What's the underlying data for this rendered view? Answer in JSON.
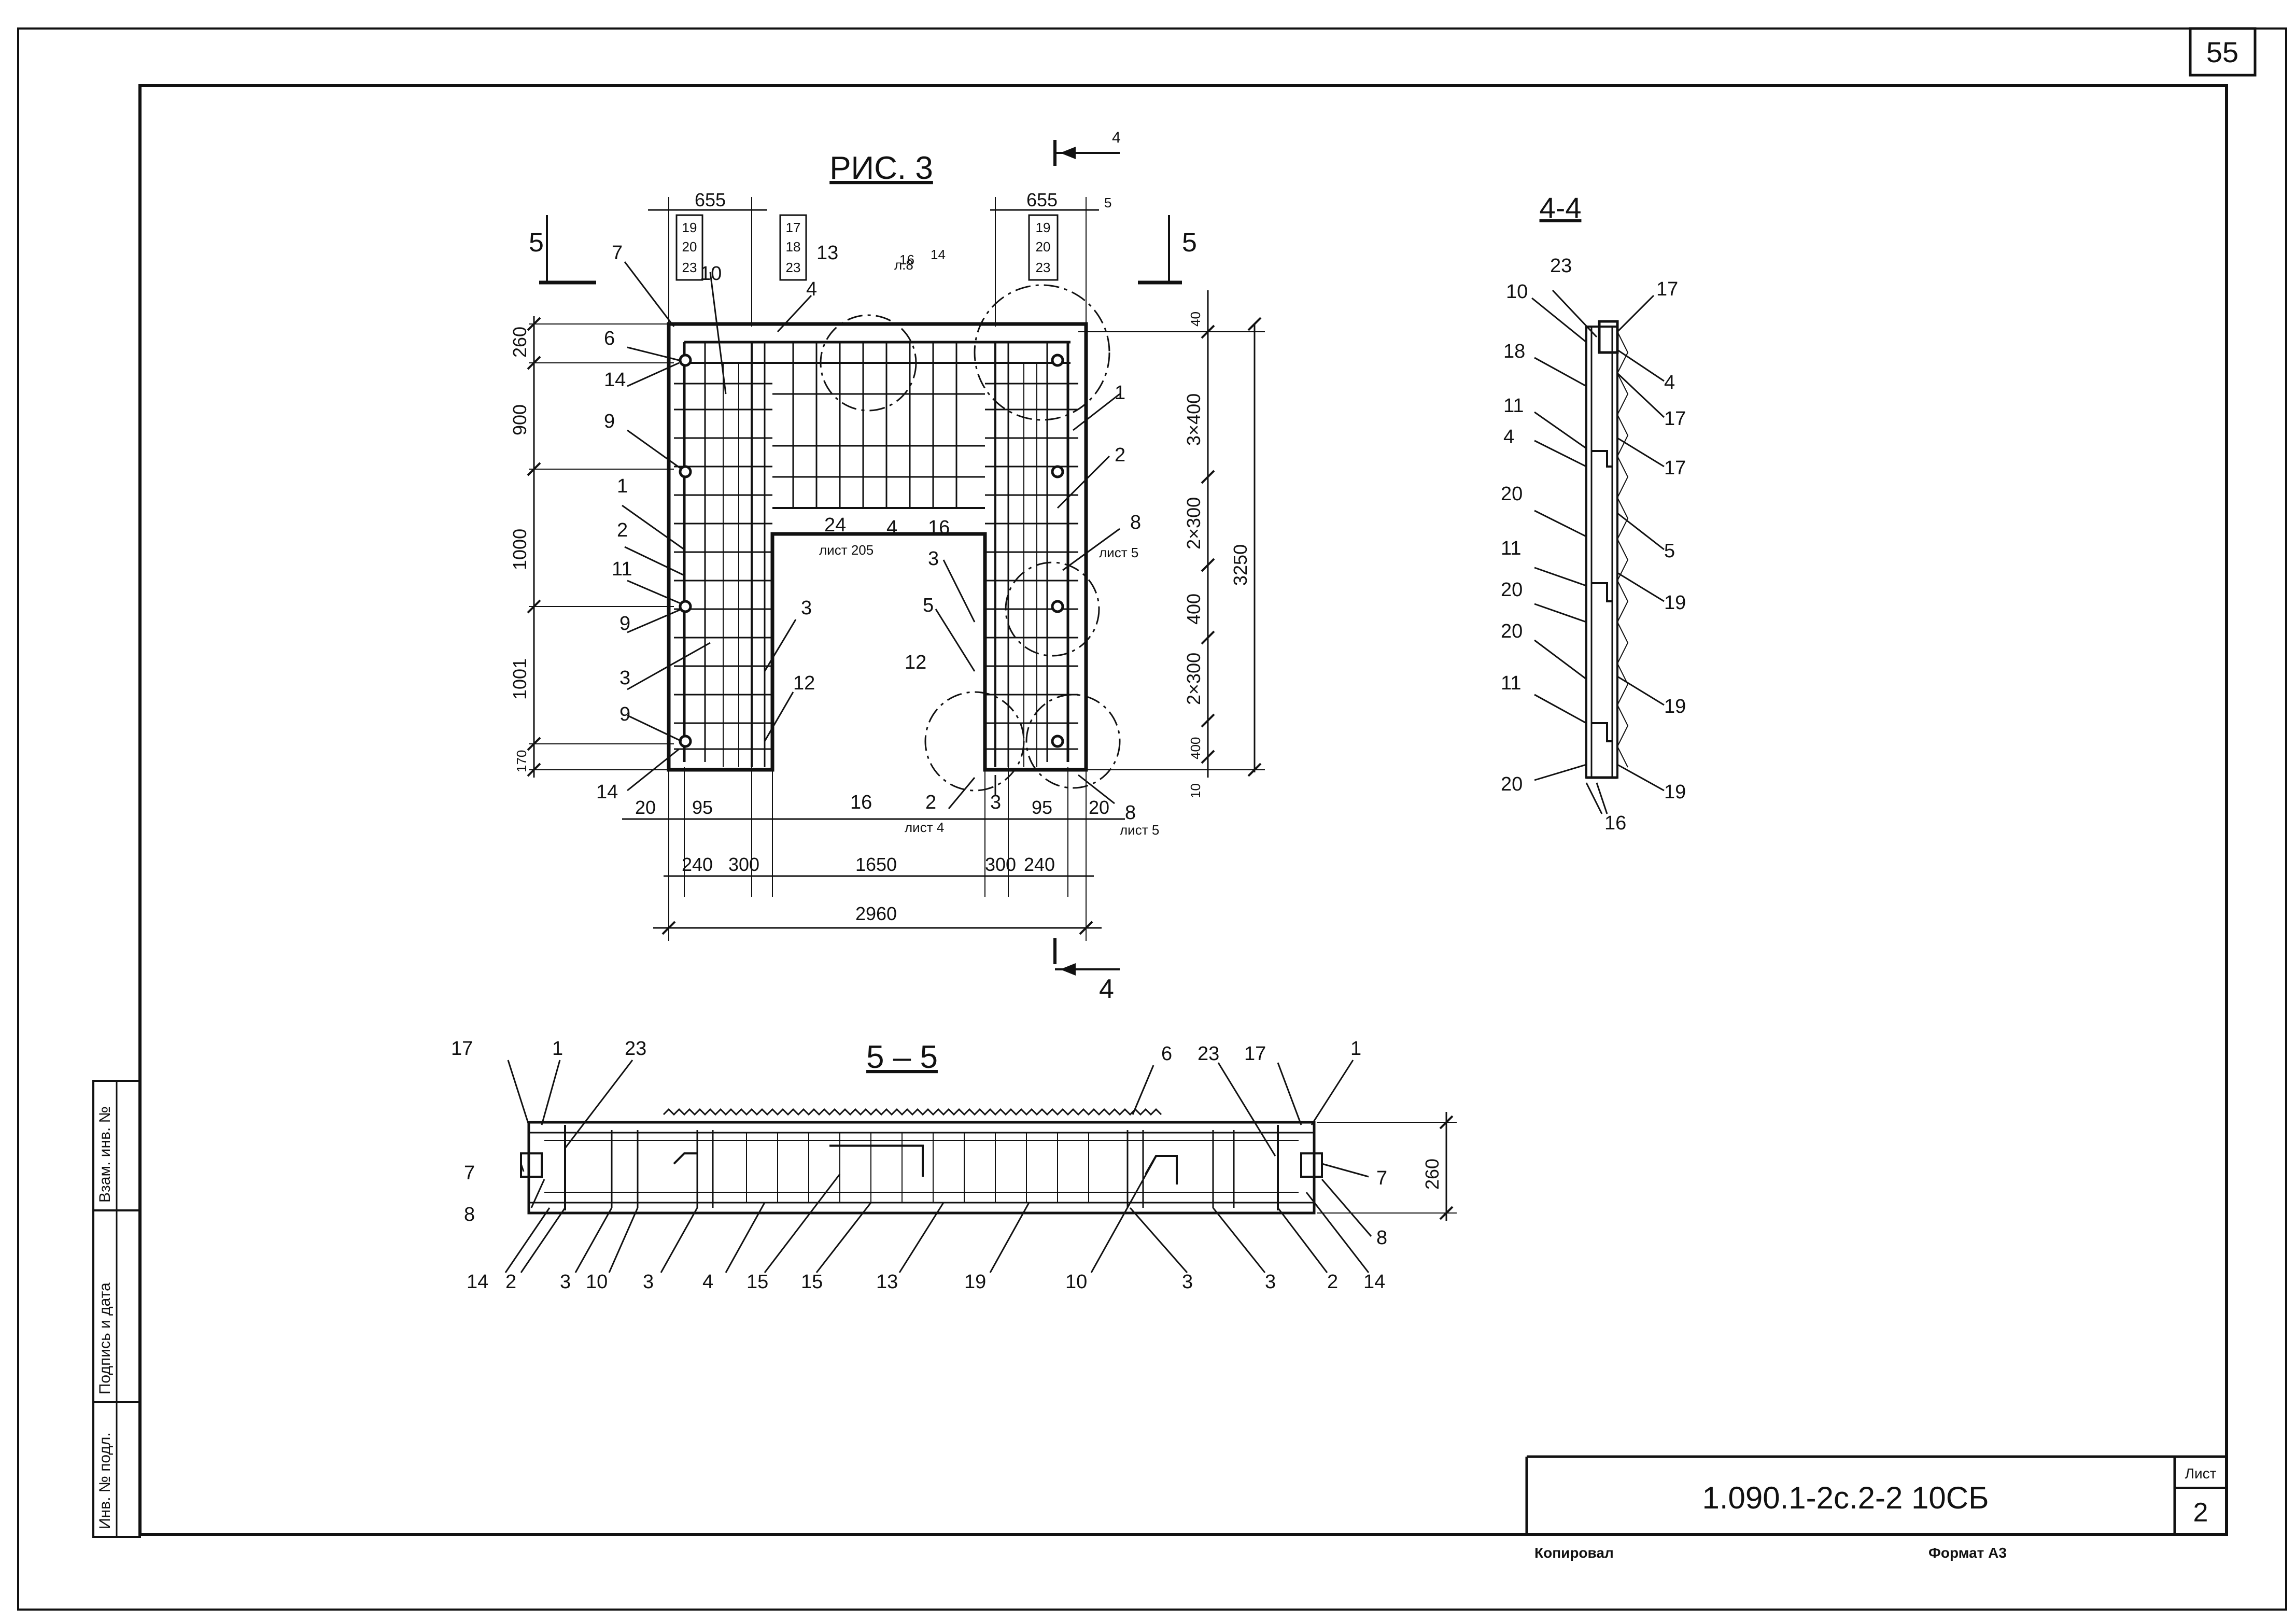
{
  "sheet_number": "55",
  "titles": {
    "fig": "РИС. 3",
    "section_44": "4-4",
    "section_55": "5 – 5"
  },
  "section_markers": {
    "cut5_left": "5",
    "cut5_right": "5",
    "cut4_top": "4",
    "cut4_bottom": "4"
  },
  "dimensions": {
    "top_655_left": "655",
    "top_655_right": "655",
    "left_260": "260",
    "left_900": "900",
    "left_1000": "1000",
    "left_1001": "1001",
    "left_170": "170",
    "right_40": "40",
    "right_3x400": "3×400",
    "right_2x300_a": "2×300",
    "right_400_a": "400",
    "right_2x300_b": "2×300",
    "right_400_b": "400",
    "right_10": "10",
    "overall_3250": "3250",
    "bot_20_left": "20",
    "bot_95_left": "95",
    "bot_240_left": "240",
    "bot_300_left": "300",
    "bot_1650": "1650",
    "bot_300_right": "300",
    "bot_240_right": "240",
    "bot_95_right": "95",
    "bot_20_right": "20",
    "overall_2960": "2960",
    "section55_260": "260"
  },
  "callouts_plan": {
    "c7": "7",
    "c6": "6",
    "c14a": "14",
    "c9a": "9",
    "c1": "1",
    "c2": "2",
    "c11": "11",
    "c9b": "9",
    "c3a": "3",
    "c9c": "9",
    "c14b": "14",
    "c3b": "3",
    "c12a": "12",
    "c10": "10",
    "c4a": "4",
    "c24": "24",
    "c4b": "4",
    "c16": "16",
    "c1r": "1",
    "c2r": "2",
    "c8r": "8",
    "c3r": "3",
    "c5r": "5",
    "c12b": "12",
    "c8b": "8",
    "c16b": "16",
    "c2b": "2",
    "c3c": "3"
  },
  "stack_labels": {
    "l19": "19",
    "l20": "20",
    "l23": "23",
    "m17": "17",
    "m18": "18",
    "m23": "23",
    "r19": "19",
    "r20": "20",
    "r23": "23",
    "c13": "13",
    "c16t": "16",
    "c14t": "14",
    "l5": "5"
  },
  "sheet_refs": {
    "ref_a": "л.8",
    "ref_b": "лист 5",
    "ref_c": "лист 4",
    "ref_d": "лист 5",
    "ref_e": "лист 205"
  },
  "callouts_44": {
    "a23": "23",
    "a17a": "17",
    "a10": "10",
    "a4a": "4",
    "a18": "18",
    "a17b": "17",
    "a11a": "11",
    "a4b": "4",
    "a17c": "17",
    "a20a": "20",
    "a5": "5",
    "a11b": "11",
    "a19a": "19",
    "a20b": "20",
    "a20c": "20",
    "a11c": "11",
    "a19b": "19",
    "a20d": "20",
    "a16": "16",
    "a19c": "19"
  },
  "callouts_55": {
    "t17l": "17",
    "t1l": "1",
    "t23l": "23",
    "t6": "6",
    "t23r": "23",
    "t17r": "17",
    "t1r": "1",
    "s7l": "7",
    "s8l": "8",
    "s7r": "7",
    "s8r": "8",
    "b14l": "14",
    "b2l": "2",
    "b3a": "3",
    "b10a": "10",
    "b3b": "3",
    "b4": "4",
    "b15a": "15",
    "b15b": "15",
    "b13": "13",
    "b19": "19",
    "b10b": "10",
    "b3c": "3",
    "b3d": "3",
    "b2r": "2",
    "b14r": "14"
  },
  "side_stamp": {
    "inv_orig": "Инв. № подл.",
    "sign_date": "Подпись и дата",
    "inv_replace": "Взам. инв. №"
  },
  "title_block": {
    "doc_code": "1.090.1-2с.2-2  10СБ",
    "sheet_label": "Лист",
    "sheet_value": "2",
    "copied": "Копировал",
    "format": "Формат А3"
  }
}
